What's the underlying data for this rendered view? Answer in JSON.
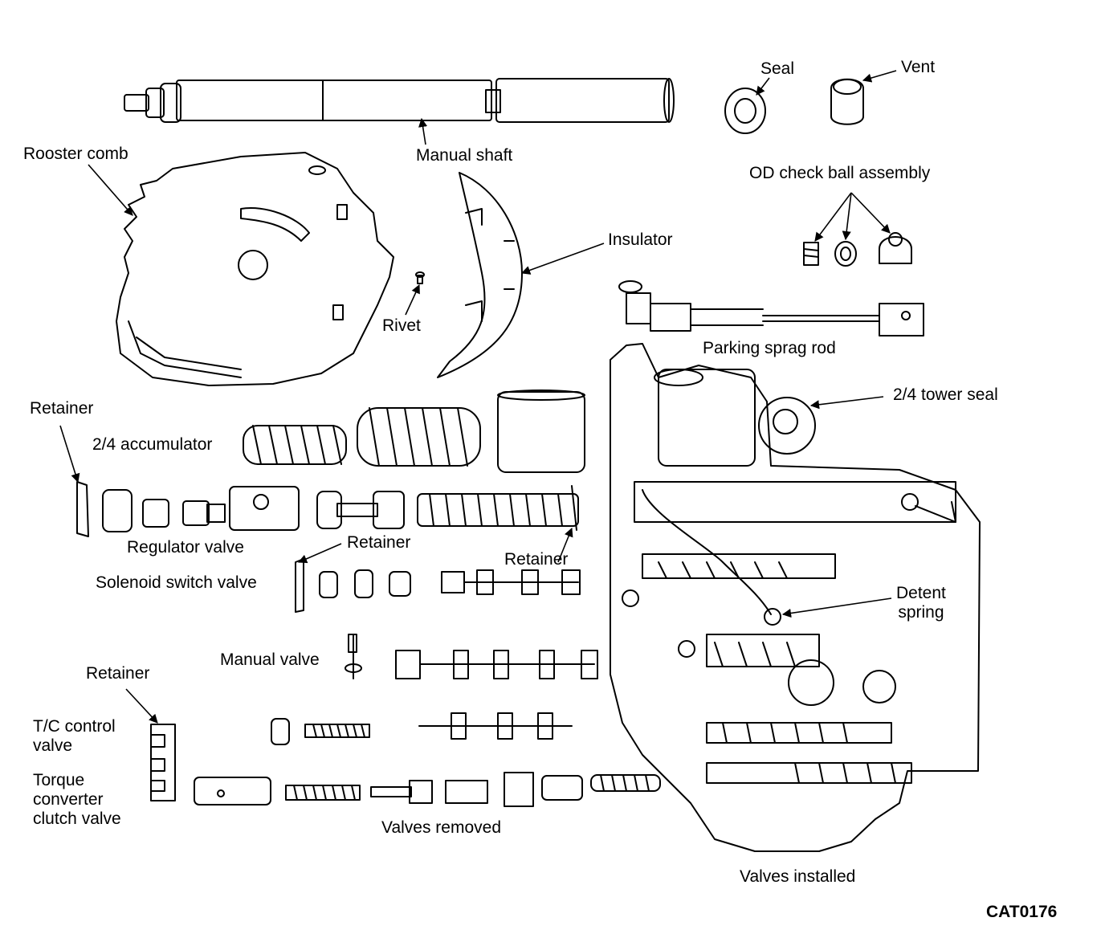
{
  "figure": {
    "code": "CAT0176",
    "labels": {
      "seal": "Seal",
      "vent": "Vent",
      "rooster_comb": "Rooster comb",
      "manual_shaft": "Manual shaft",
      "od_check_ball_assembly": "OD check ball assembly",
      "insulator": "Insulator",
      "rivet": "Rivet",
      "parking_sprag_rod": "Parking sprag rod",
      "retainer_1": "Retainer",
      "accumulator_24": "2/4 accumulator",
      "tower_seal_24": "2/4 tower seal",
      "regulator_valve": "Regulator valve",
      "retainer_2": "Retainer",
      "retainer_3": "Retainer",
      "solenoid_switch_valve": "Solenoid switch valve",
      "detent_spring": "Detent\nspring",
      "manual_valve": "Manual valve",
      "retainer_4": "Retainer",
      "tc_control_valve": "T/C control\nvalve",
      "torque_converter_clutch_valve": "Torque\nconverter\nclutch valve",
      "valves_removed": "Valves removed",
      "valves_installed": "Valves installed"
    }
  }
}
